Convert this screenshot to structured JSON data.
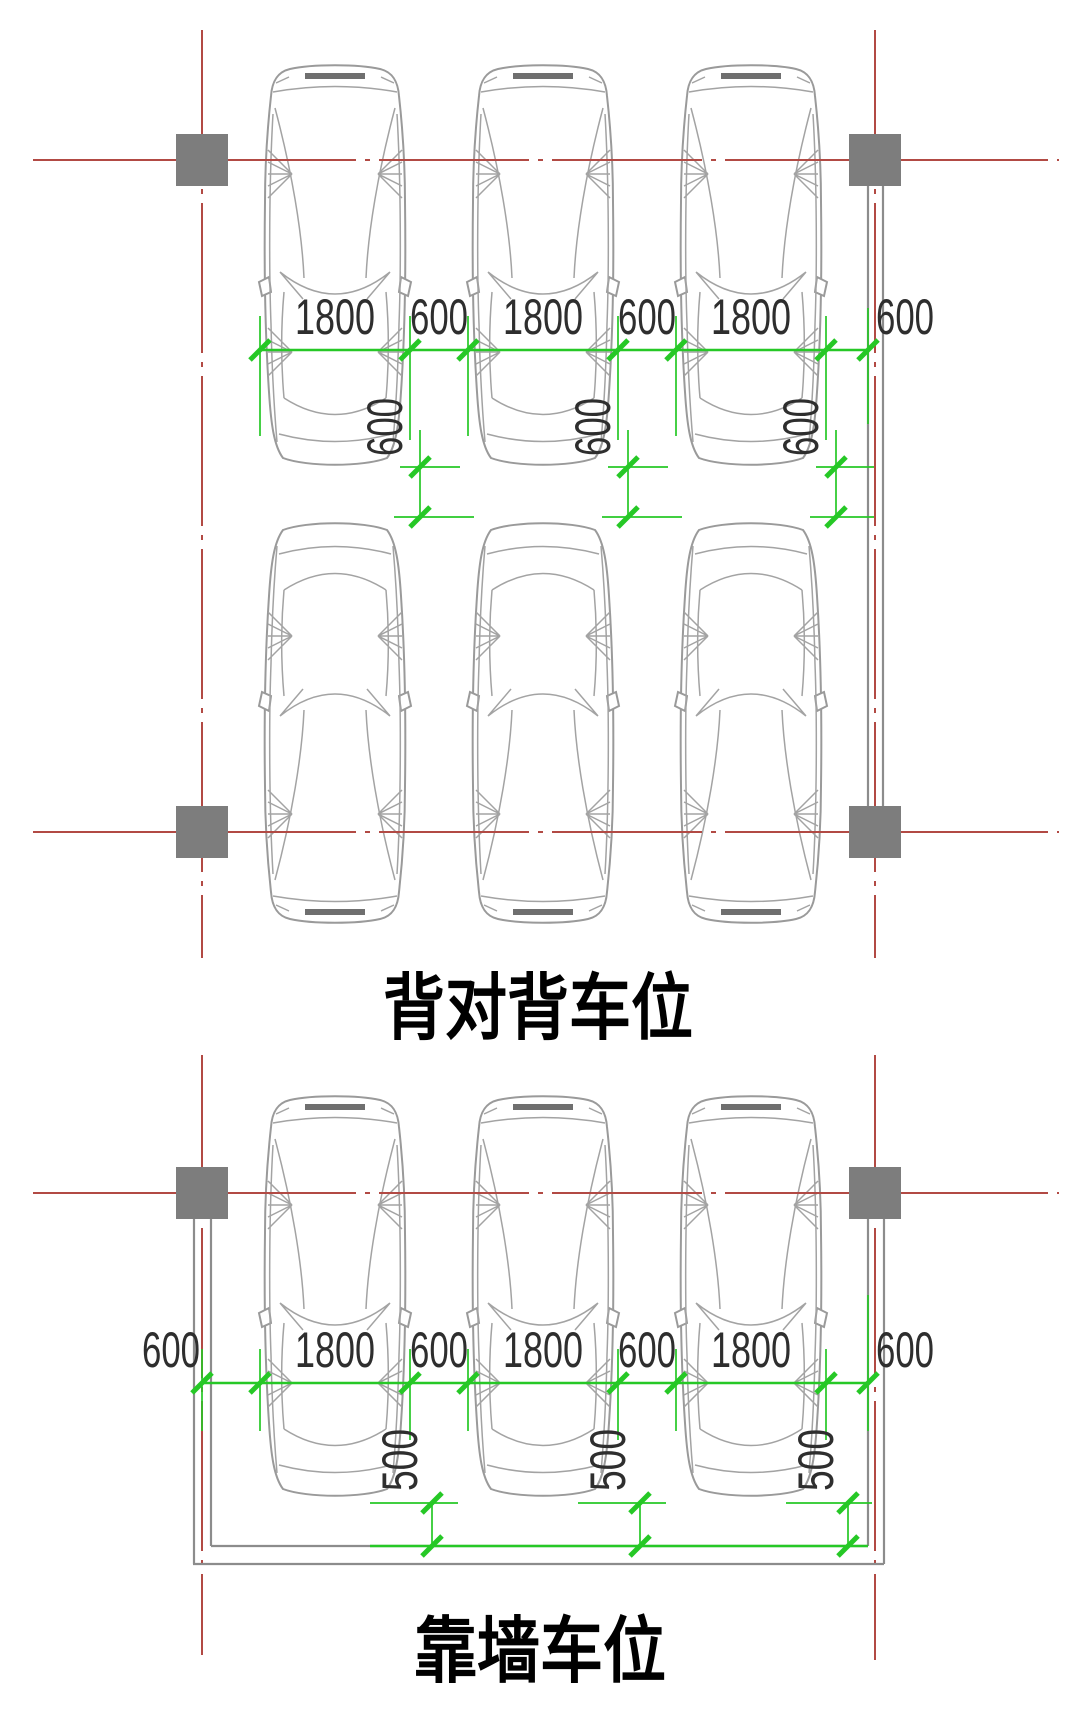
{
  "document": {
    "kind": "parking-stall layout drawing",
    "unit": "mm"
  },
  "top_diagram": {
    "title": "背对背车位",
    "dim_labels": [
      "1800",
      "600",
      "1800",
      "600",
      "1800",
      "600"
    ],
    "gap_dim_labels": [
      "600",
      "600",
      "600"
    ]
  },
  "bottom_diagram": {
    "title": "靠墙车位",
    "dim_labels": [
      "600",
      "1800",
      "600",
      "1800",
      "600",
      "1800",
      "600"
    ],
    "gap_dim_labels": [
      "500",
      "500",
      "500"
    ]
  },
  "colors": {
    "centerline_red": "#b24a44",
    "dimension_green": "#26c826",
    "column_gray": "#7d7d7d",
    "car_outline_gray": "#9a9a9a",
    "dim_text_dark": "#2e2e2e",
    "title_black": "#000000"
  }
}
